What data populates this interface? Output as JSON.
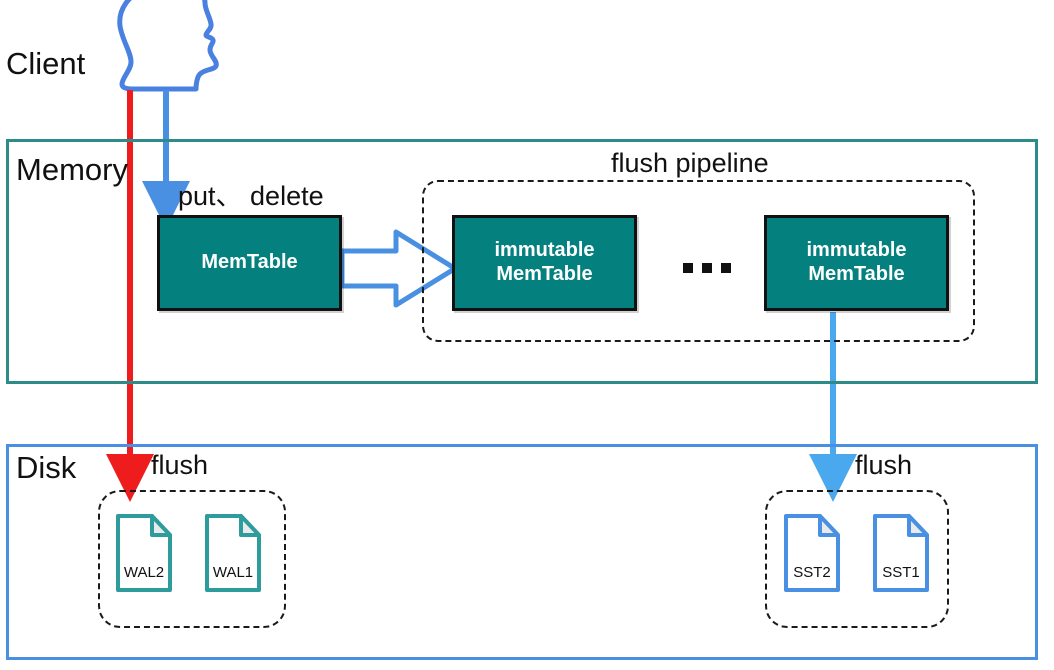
{
  "diagram": {
    "title": "LSM-tree write path: Client to Memory to Disk",
    "colors": {
      "memtable_fill": "#04807f",
      "memtable_border": "#111111",
      "memory_border": "#2e8b88",
      "disk_border": "#4a90e2",
      "blue_arrow": "#4a90e2",
      "light_blue_arrow": "#4aa8ef",
      "red_arrow": "#ee1c1c",
      "wal_icon": "#2e9c9c",
      "sst_icon": "#4a90e2",
      "text": "#111111"
    }
  },
  "client": {
    "label": "Client",
    "icon": "head-profile-icon"
  },
  "memory": {
    "label": "Memory",
    "op_label": "put、 delete",
    "memtable": {
      "line1": "MemTable"
    },
    "pipeline": {
      "label": "flush pipeline",
      "ellipsis": "...",
      "items": [
        {
          "line1": "immutable",
          "line2": "MemTable"
        },
        {
          "line1": "immutable",
          "line2": "MemTable"
        }
      ]
    }
  },
  "disk": {
    "label": "Disk",
    "wal_group": {
      "flush_label": "flush",
      "files": [
        {
          "name": "WAL2"
        },
        {
          "name": "WAL1"
        }
      ]
    },
    "sst_group": {
      "flush_label": "flush",
      "files": [
        {
          "name": "SST2"
        },
        {
          "name": "SST1"
        }
      ]
    }
  },
  "arrows": {
    "client_to_memtable": "blue-down-arrow",
    "client_to_wal": "red-down-arrow",
    "memtable_to_immutable": "blue-block-right-arrow",
    "immutable_to_sst": "light-blue-down-arrow"
  }
}
